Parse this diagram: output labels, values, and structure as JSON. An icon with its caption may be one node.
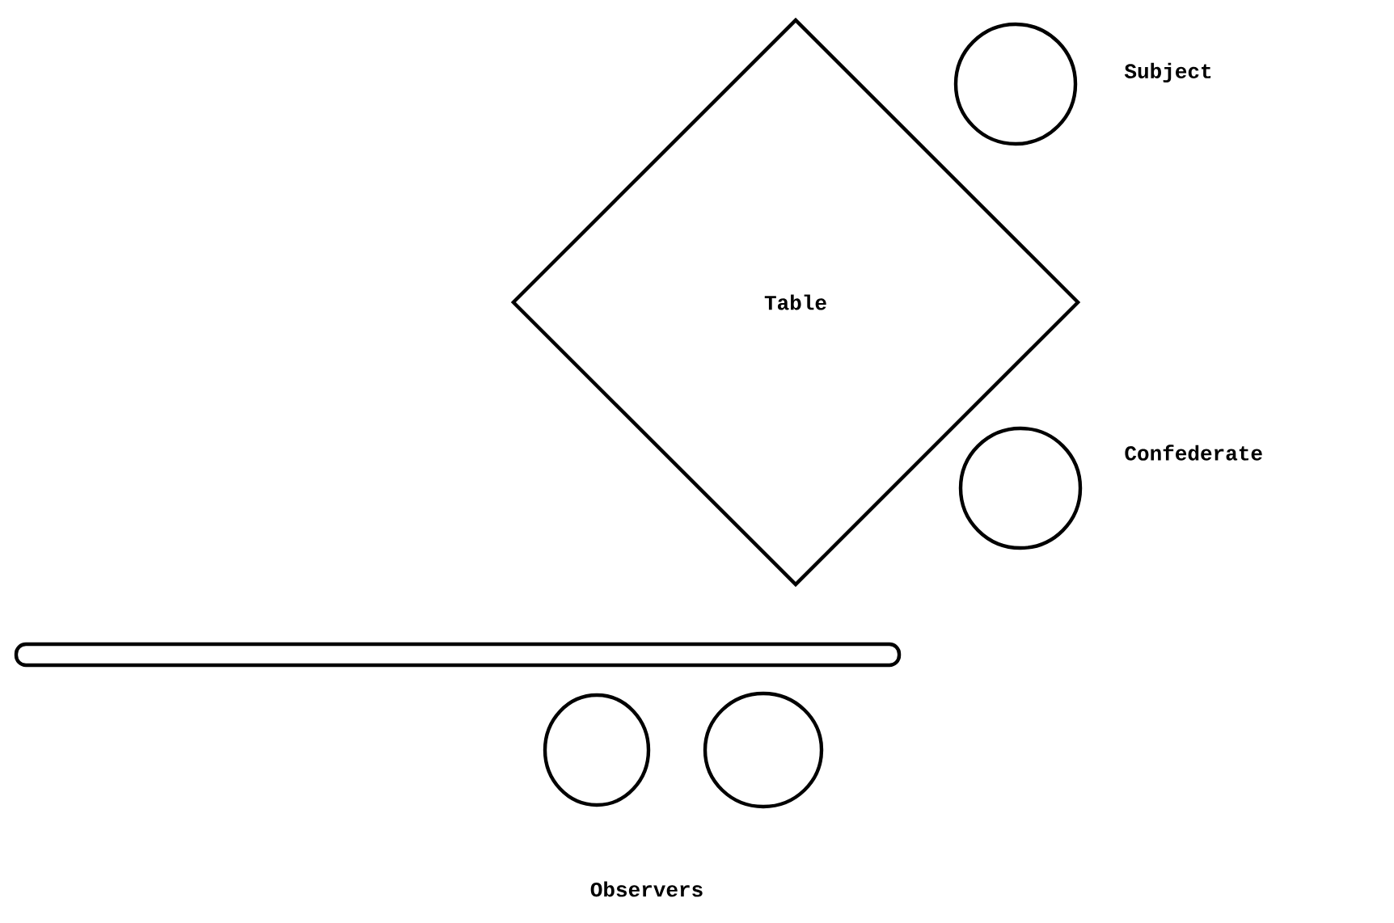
{
  "diagram": {
    "nodes": [
      {
        "text": [
          "Table"
        ]
      },
      {
        "text": [],
        "shape": "circle",
        "beside": [
          "Subject"
        ]
      },
      {
        "text": [],
        "shape": "circle",
        "beside": [
          "Confederate"
        ]
      },
      {
        "text": [],
        "shape": "bar"
      },
      {
        "text": [],
        "shape": "circle"
      },
      {
        "text": [],
        "shape": "circle"
      }
    ],
    "edges": [],
    "labels": [
      "Observers"
    ]
  }
}
